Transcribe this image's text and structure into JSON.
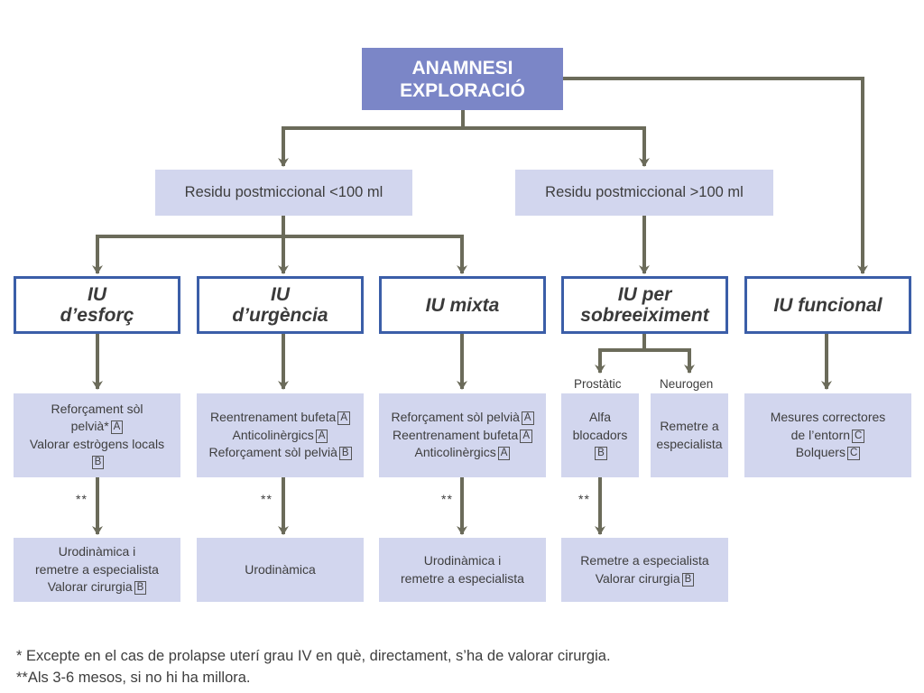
{
  "root": {
    "line1": "ANAMNESI",
    "line2": "EXPLORACIÓ"
  },
  "residu": {
    "low": "Residu postmiccional <100 ml",
    "high": "Residu postmiccional >100 ml"
  },
  "types": {
    "esforc": {
      "line1": "IU",
      "line2": "d’esforç"
    },
    "urgencia": {
      "line1": "IU",
      "line2": "d’urgència"
    },
    "mixta": {
      "line1": "IU mixta"
    },
    "sobreeiximent": {
      "line1": "IU per",
      "line2": "sobreeiximent"
    },
    "funcional": {
      "line1": "IU funcional"
    }
  },
  "sublabels": {
    "prostatic": "Prostàtic",
    "neurogen": "Neurogen"
  },
  "treatments": {
    "esforc": [
      {
        "text": "Reforçament sòl"
      },
      {
        "text": "pelvià*",
        "grade": "A"
      },
      {
        "text": "Valorar estrògens locals"
      },
      {
        "text": "",
        "grade": "B"
      }
    ],
    "urgencia": [
      {
        "text": "Reentrenament bufeta",
        "grade": "A"
      },
      {
        "text": "Anticolinèrgics",
        "grade": "A"
      },
      {
        "text": "Reforçament sòl pelvià",
        "grade": "B"
      }
    ],
    "mixta": [
      {
        "text": "Reforçament sòl pelvià",
        "grade": "A"
      },
      {
        "text": "Reentrenament bufeta",
        "grade": "A"
      },
      {
        "text": "Anticolinèrgics",
        "grade": "A"
      }
    ],
    "prostatic": [
      {
        "text": "Alfa"
      },
      {
        "text": "blocadors"
      },
      {
        "text": "",
        "grade": "B"
      }
    ],
    "neurogen": [
      {
        "text": "Remetre a"
      },
      {
        "text": "especialista"
      }
    ],
    "funcional": [
      {
        "text": "Mesures correctores"
      },
      {
        "text": "de l’entorn",
        "grade": "C"
      },
      {
        "text": "Bolquers",
        "grade": "C"
      }
    ]
  },
  "stars": "**",
  "followups": {
    "esforc": [
      {
        "text": "Urodinàmica i"
      },
      {
        "text": "remetre a especialista"
      },
      {
        "text": "Valorar cirurgia",
        "grade": "B"
      }
    ],
    "urgencia": [
      {
        "text": "Urodinàmica"
      }
    ],
    "mixta": [
      {
        "text": "Urodinàmica i"
      },
      {
        "text": "remetre a especialista"
      }
    ],
    "sobreeiximent": [
      {
        "text": "Remetre a especialista"
      },
      {
        "text": "Valorar cirurgia",
        "grade": "B"
      }
    ]
  },
  "footnotes": {
    "note1": "* Excepte en el cas de prolapse uterí grau IV en què, directament, s’ha de valorar cirurgia.",
    "note2": "**Als 3-6 mesos, si no hi ha millora."
  },
  "colors": {
    "root_fill": "#7b86c7",
    "light_fill": "#d2d6ee",
    "border_blue": "#3b5ea8",
    "arrow": "#6b6b5a"
  }
}
